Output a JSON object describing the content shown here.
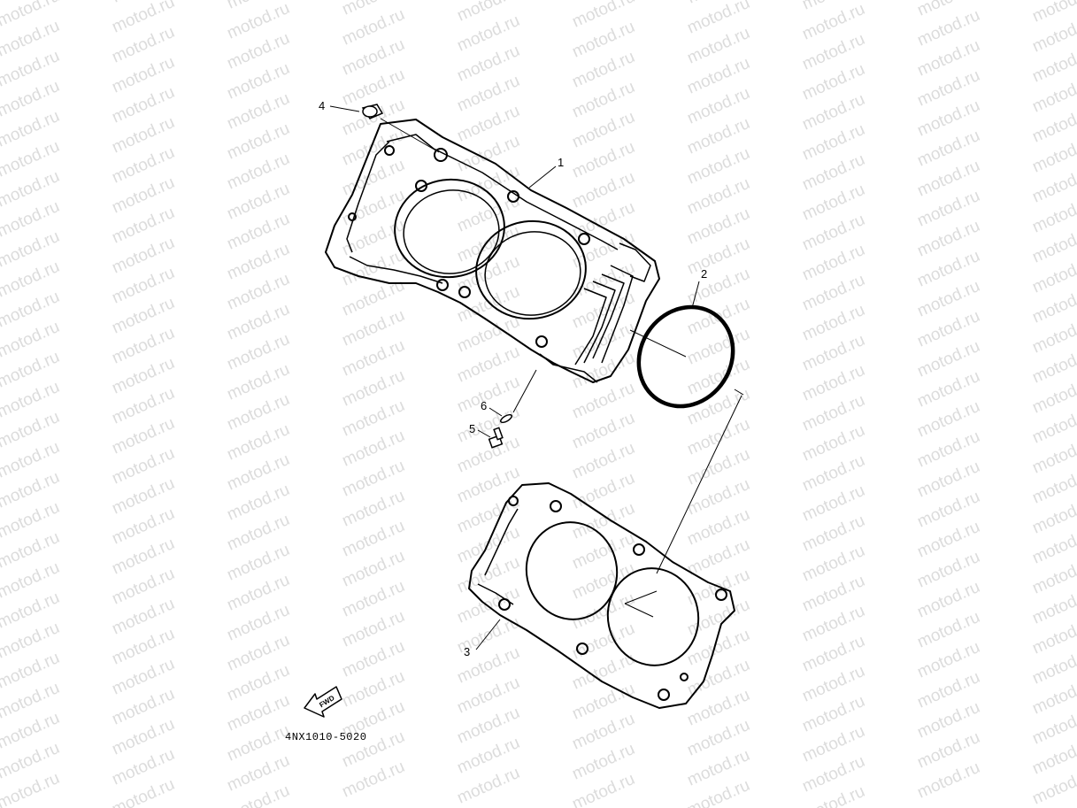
{
  "watermark": {
    "text": "motod.ru"
  },
  "callouts": [
    {
      "id": "1",
      "label": "1"
    },
    {
      "id": "2",
      "label": "2"
    },
    {
      "id": "3",
      "label": "3"
    },
    {
      "id": "4",
      "label": "4"
    },
    {
      "id": "5",
      "label": "5"
    },
    {
      "id": "6",
      "label": "6"
    }
  ],
  "fwd_label": "FWD",
  "diagram_code": "4NX1010-5020",
  "colors": {
    "line": "#000000",
    "watermark": "#dcdcdc",
    "background": "#ffffff"
  }
}
